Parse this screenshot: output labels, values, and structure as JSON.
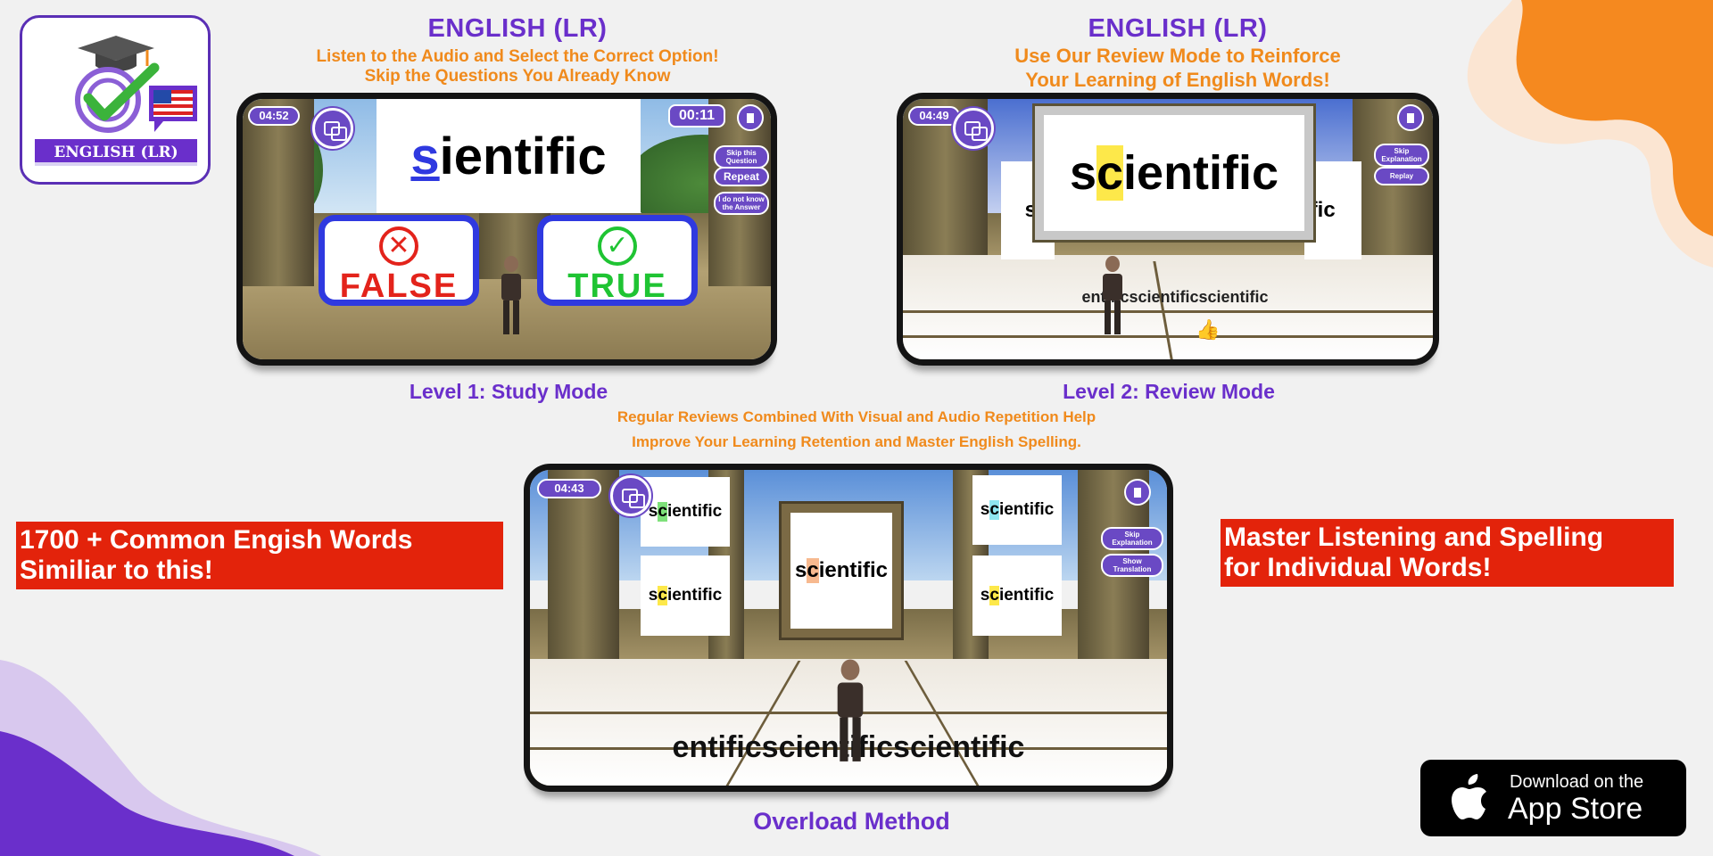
{
  "colors": {
    "purple": "#6a2fcb",
    "orange": "#f08a1c",
    "banner_red": "#e3230b",
    "choice_blue": "#2f39e0",
    "false_red": "#e3231b",
    "true_green": "#1fc433"
  },
  "logo": {
    "label": "ENGLISH (LR)",
    "icons": [
      "graduation-cap-icon",
      "checkmark-icon",
      "us-flag-icon"
    ]
  },
  "header_left": {
    "title": "ENGLISH (LR)",
    "line1": "Listen to the Audio and Select the Correct Option!",
    "line2": "Skip the Questions You Already Know"
  },
  "header_right": {
    "title": "ENGLISH (LR)",
    "line1": "Use Our Review Mode to Reinforce",
    "line2": "Your Learning of English Words!"
  },
  "phone1": {
    "time": "04:52",
    "timer": "00:11",
    "word_first": "s",
    "word_rest": "ientific",
    "buttons": [
      "Skip this Question",
      "Repeat",
      "I do not know the Answer"
    ],
    "false_label": "FALSE",
    "true_label": "TRUE",
    "caption": "Level 1: Study Mode"
  },
  "phone2": {
    "time": "04:49",
    "word_pre": "s",
    "word_hl": "c",
    "word_post": "ientific",
    "side_left": "sci",
    "side_right": "ific",
    "floor_text": "entificscientificscientific",
    "buttons": [
      "Skip Explanation",
      "Replay"
    ],
    "caption": "Level 2: Review Mode"
  },
  "mid_text": {
    "line1": "Regular Reviews Combined With Visual and Audio Repetition Help",
    "line2": "Improve Your Learning Retention and Master English Spelling."
  },
  "phone3": {
    "time": "04:43",
    "word_pre": "s",
    "word_hl": "c",
    "word_post": "ientific",
    "floor_text": "entificscientificscientific",
    "buttons": [
      "Skip Explanation",
      "Show Translation"
    ],
    "caption": "Overload Method"
  },
  "banner_left": {
    "line1": "1700 + Common Engish Words",
    "line2": "Similiar to this!"
  },
  "banner_right": {
    "line1": "Master Listening and Spelling",
    "line2": "for Individual Words!"
  },
  "app_store": {
    "line1": "Download on the",
    "line2": "App Store",
    "icon": "apple-icon"
  }
}
